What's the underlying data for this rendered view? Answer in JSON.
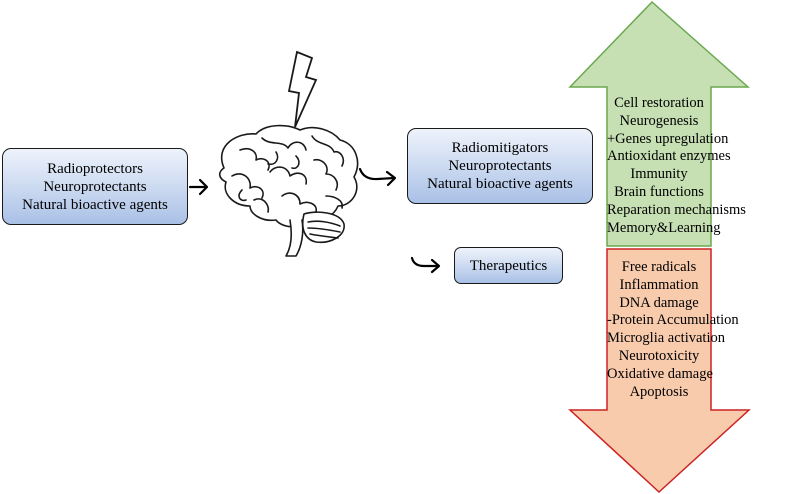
{
  "left_box": {
    "lines": [
      "Radioprotectors",
      "Neuroprotectants",
      "Natural bioactive agents"
    ]
  },
  "mitigators_box": {
    "lines": [
      "Radiomitigators",
      "Neuroprotectants",
      "Natural bioactive agents"
    ]
  },
  "therapeutics_box": {
    "label": "Therapeutics"
  },
  "up_arrow": {
    "color": "#c6e0b4",
    "items": [
      "Cell restoration",
      "Neurogenesis",
      "+Genes upregulation",
      "Antioxidant enzymes",
      "Immunity",
      "Brain functions",
      "Reparation mechanisms",
      "Memory&Learning"
    ]
  },
  "down_arrow": {
    "color": "#f8cbad",
    "items": [
      "Free radicals",
      "Inflammation",
      "DNA damage",
      "-Protein Accumulation",
      "Microglia activation",
      "Neurotoxicity",
      "Oxidative damage",
      "Apoptosis"
    ]
  },
  "icons": {
    "radiation": "lightning-bolt-icon",
    "brain": "brain-icon"
  }
}
